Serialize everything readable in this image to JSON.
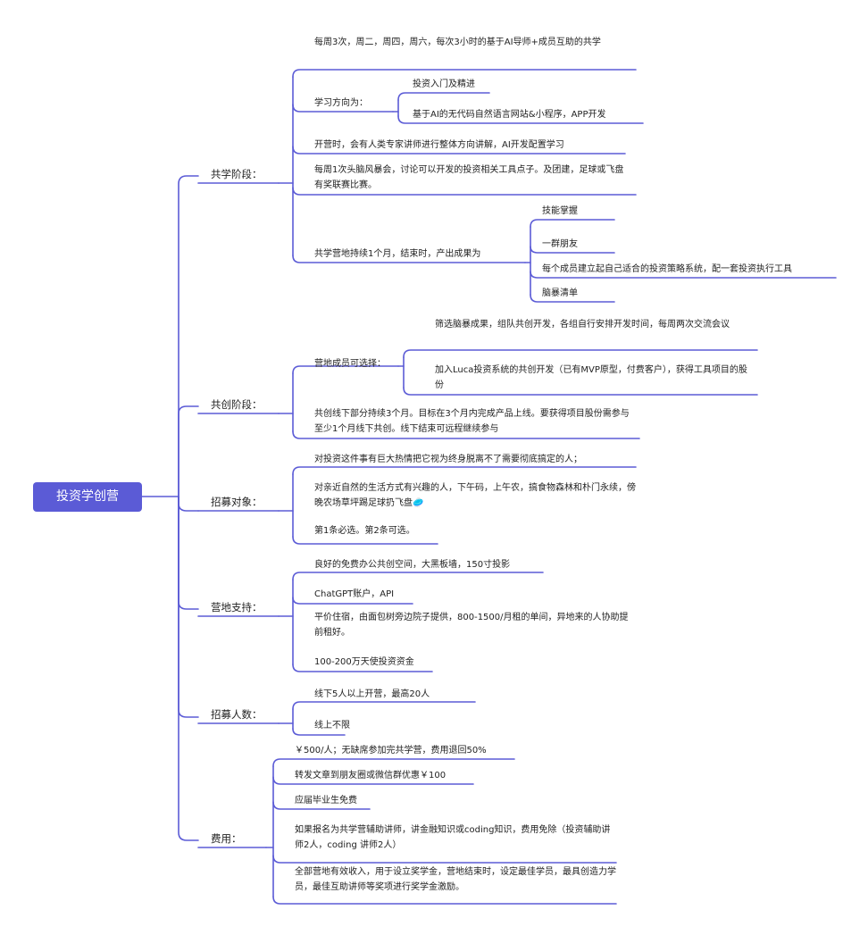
{
  "root": "投资学创营",
  "colors": {
    "accent": "#5b5bd6",
    "line": "#5b5bd6"
  },
  "sections": [
    {
      "label": "共学阶段：",
      "items": [
        {
          "text": "每周3次，周二，周四，周六，每次3小时的基于AI导师+成员互助的共学"
        },
        {
          "text": "学习方向为：",
          "children": [
            "投资入门及精进",
            "基于AI的无代码自然语言网站&小程序，APP开发"
          ]
        },
        {
          "text": "开营时，会有人类专家讲师进行整体方向讲解，AI开发配置学习"
        },
        {
          "text": "每周1次头脑风暴会，讨论可以开发的投资相关工具点子。及团建，足球或飞盘有奖联赛比赛。"
        },
        {
          "text": "共学营地持续1个月，结束时，产出成果为",
          "children": [
            "技能掌握",
            "一群朋友",
            "每个成员建立起自己适合的投资策略系统，配一套投资执行工具",
            "脑暴清单"
          ]
        }
      ]
    },
    {
      "label": "共创阶段：",
      "items": [
        {
          "text": "营地成员可选择：",
          "children": [
            "筛选脑暴成果，组队共创开发，各组自行安排开发时间，每周两次交流会议",
            "加入Luca投资系统的共创开发（已有MVP原型，付费客户），获得工具项目的股份"
          ]
        },
        {
          "text": "共创线下部分持续3个月。目标在3个月内完成产品上线。要获得项目股份需参与至少1个月线下共创。线下结束可远程继续参与"
        }
      ]
    },
    {
      "label": "招募对象：",
      "items": [
        {
          "text": "对投资这件事有巨大热情把它视为终身脱离不了需要彻底搞定的人；"
        },
        {
          "text": "对亲近自然的生活方式有兴趣的人，下午码，上午农，搞食物森林和朴门永续，傍晚农场草坪踢足球扔飞盘🥏"
        },
        {
          "text": "第1条必选。第2条可选。"
        }
      ]
    },
    {
      "label": "营地支持：",
      "items": [
        {
          "text": "良好的免费办公共创空间，大黑板墙，150寸投影"
        },
        {
          "text": "ChatGPT账户，API"
        },
        {
          "text": "平价住宿，由面包树旁边院子提供，800-1500/月租的单间，异地来的人协助提前租好。"
        },
        {
          "text": "100-200万天使投资资金"
        }
      ]
    },
    {
      "label": "招募人数：",
      "items": [
        {
          "text": "线下5人以上开营，最高20人"
        },
        {
          "text": "线上不限"
        }
      ]
    },
    {
      "label": "费用：",
      "items": [
        {
          "text": "￥500/人；无缺席参加完共学营，费用退回50%"
        },
        {
          "text": "转发文章到朋友圈或微信群优惠￥100"
        },
        {
          "text": "应届毕业生免费"
        },
        {
          "text": "如果报名为共学营辅助讲师，讲金融知识或coding知识，费用免除（投资辅助讲师2人，coding 讲师2人）"
        },
        {
          "text": "全部营地有效收入，用于设立奖学金，营地结束时，设定最佳学员，最具创造力学员，最佳互助讲师等奖项进行奖学金激励。"
        }
      ]
    }
  ]
}
